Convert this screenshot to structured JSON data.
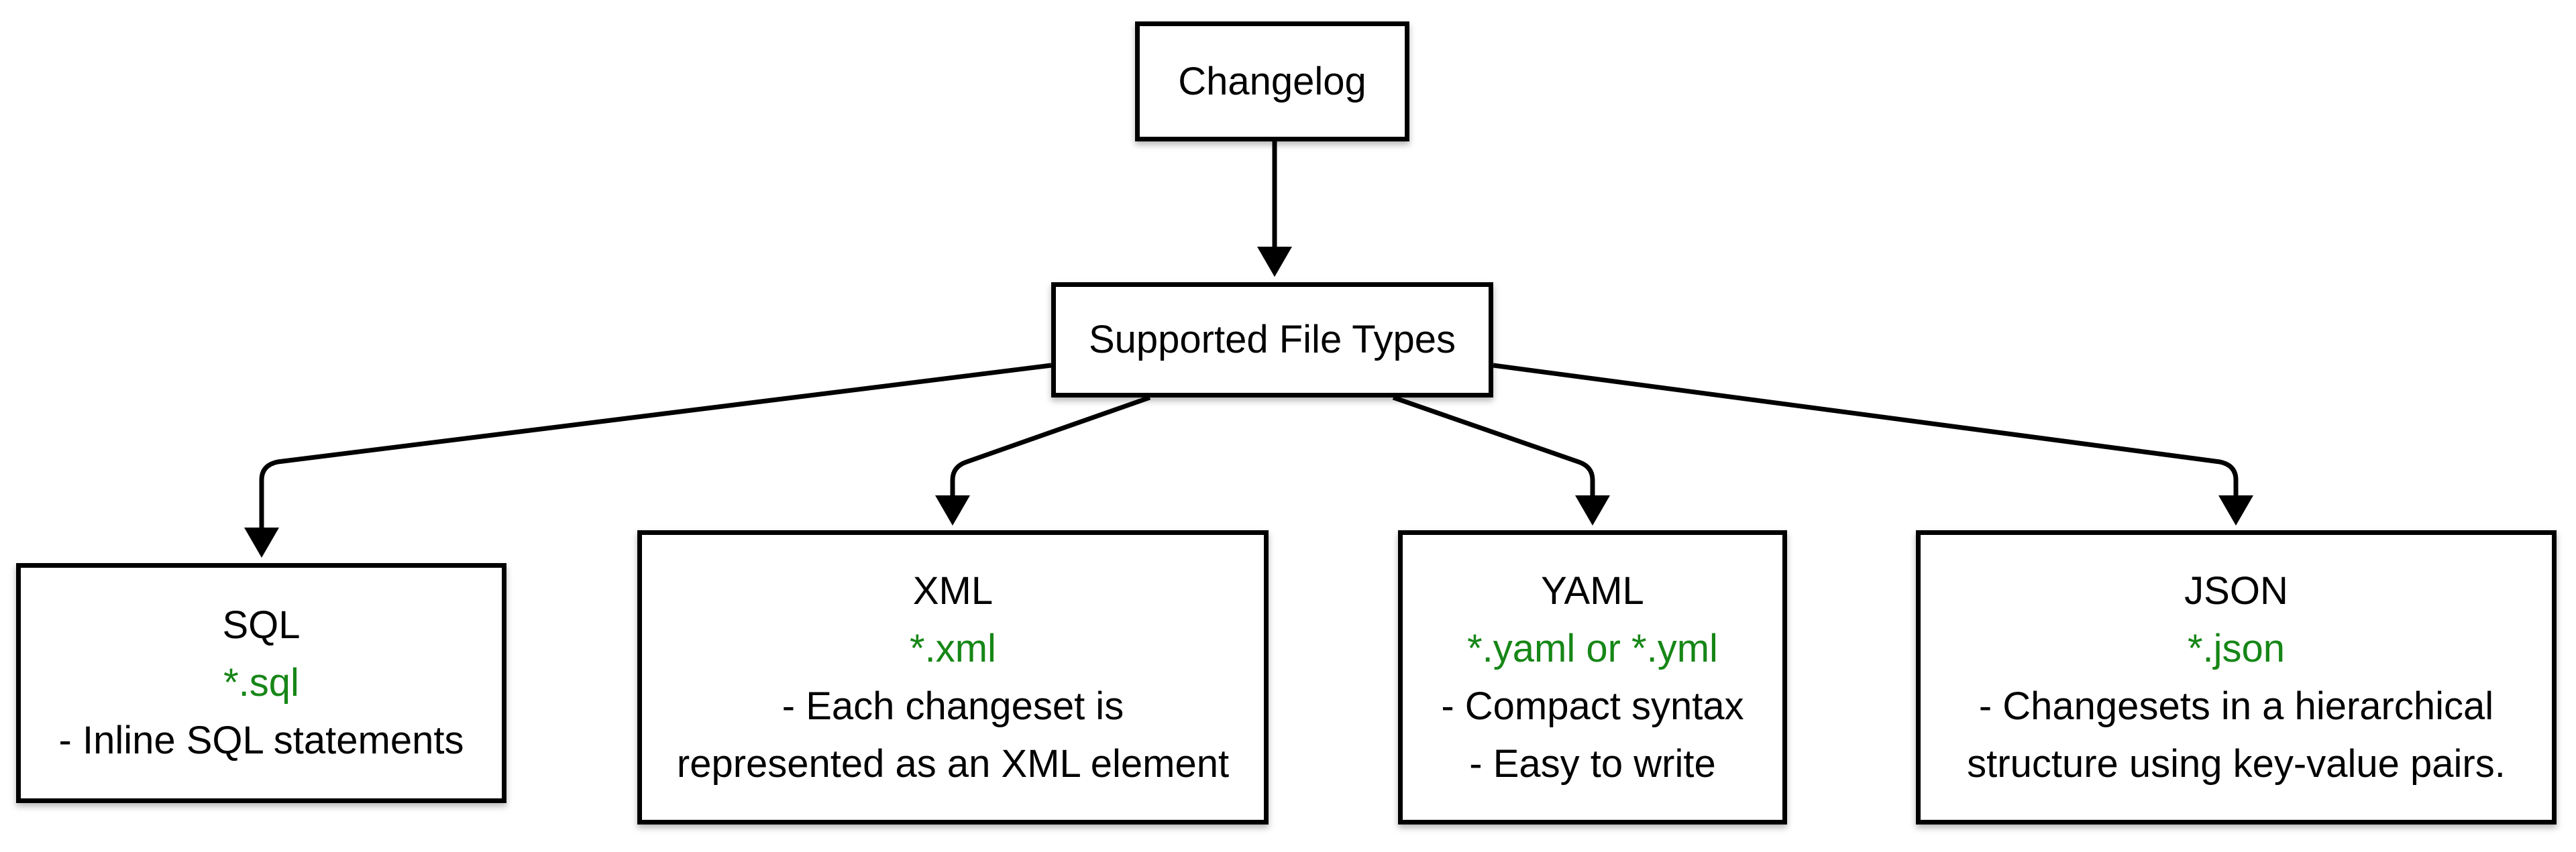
{
  "colors": {
    "accent_green": "#168616",
    "line_black": "#000000"
  },
  "diagram": {
    "root": {
      "label": "Changelog"
    },
    "hub": {
      "label": "Supported File Types"
    },
    "nodes": [
      {
        "id": "sql",
        "title": "SQL",
        "ext": "*.sql",
        "desc_lines": [
          "- Inline SQL statements"
        ]
      },
      {
        "id": "xml",
        "title": "XML",
        "ext": "*.xml",
        "desc_lines": [
          "- Each changeset is",
          "represented as an XML element"
        ]
      },
      {
        "id": "yaml",
        "title": "YAML",
        "ext": "*.yaml or *.yml",
        "desc_lines": [
          "- Compact syntax",
          "- Easy to write"
        ]
      },
      {
        "id": "json",
        "title": "JSON",
        "ext": "*.json",
        "desc_lines": [
          "- Changesets in a hierarchical",
          "structure using key-value pairs."
        ]
      }
    ]
  }
}
